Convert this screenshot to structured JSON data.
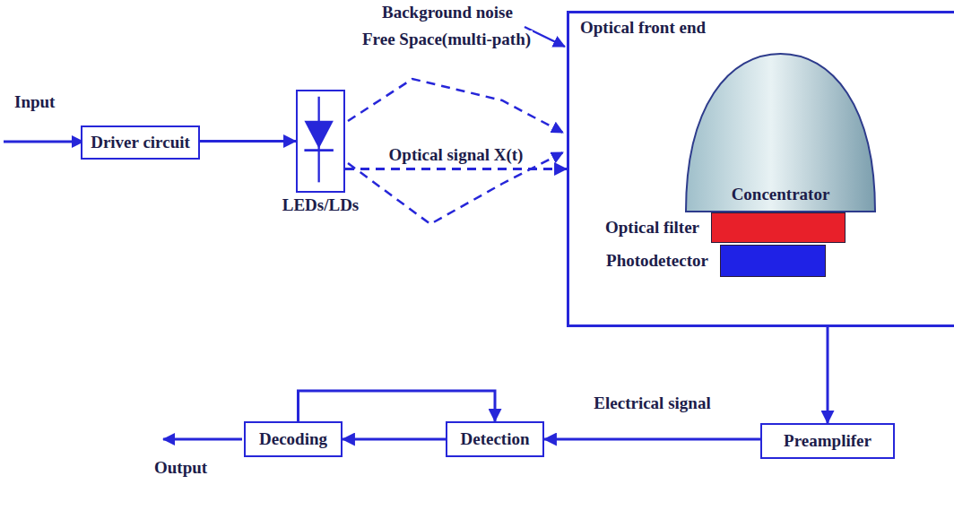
{
  "diagram": {
    "nodes": [
      {
        "text": [
          "Driver circuit"
        ]
      },
      {
        "text": [
          "LEDs/LDs"
        ]
      },
      {
        "text": [
          "Optical front end"
        ]
      },
      {
        "text": [
          "Concentrator"
        ],
        "in": 2
      },
      {
        "text": [
          "Optical filter"
        ],
        "in": 2
      },
      {
        "text": [
          "Photodetector"
        ],
        "in": 2
      },
      {
        "text": [
          "Preamplifer"
        ]
      },
      {
        "text": [
          "Detection"
        ]
      },
      {
        "text": [
          "Decoding"
        ]
      }
    ],
    "edges": [
      {
        "from": 0,
        "to": 1,
        "arrow": "to"
      },
      {
        "from": 1,
        "to": 2,
        "arrow": "to",
        "label": "Optical signal X(t)"
      },
      {
        "from": 2,
        "to": 6,
        "arrow": "to"
      },
      {
        "from": 6,
        "to": 7,
        "arrow": "to",
        "label": "Electrical signal"
      },
      {
        "from": 7,
        "to": 8,
        "arrow": "to"
      },
      {
        "from": 8,
        "to": 7,
        "arrow": "to"
      }
    ],
    "labels": [
      "Input",
      "Output",
      "Background noise",
      "Free Space(multi-path)"
    ]
  }
}
